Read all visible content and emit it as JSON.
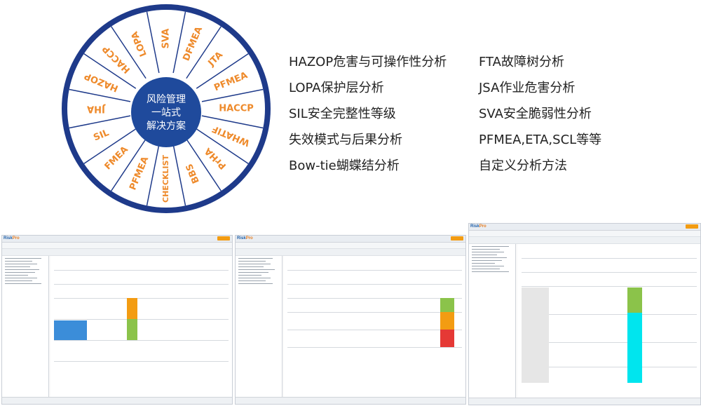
{
  "wheel": {
    "center_lines": [
      "风险管理",
      "一站式",
      "解决方案"
    ],
    "segments": [
      "SVA",
      "DFMEA",
      "JTA",
      "PFMEA",
      "HACCP",
      "WHATIF",
      "PrHA",
      "BBS",
      "CHECKLIST",
      "PFMEA",
      "FMEA",
      "SIL",
      "JHA",
      "HAZOP",
      "HACCP",
      "LOPA"
    ],
    "colors": {
      "ring": "#1e3a8a",
      "ring_accent": "#e8902e",
      "segment_fill": "#ffffff",
      "segment_text": "#ee8a2b",
      "center_fill": "#1f4a9c",
      "center_text": "#ffffff"
    }
  },
  "methods": {
    "left": [
      "HAZOP危害与可操作性分析",
      "LOPA保护层分析",
      "SIL安全完整性等级",
      "失效模式与后果分析",
      "Bow-tie蝴蝶结分析"
    ],
    "right": [
      "FTA故障树分析",
      "JSA作业危害分析",
      "SVA安全脆弱性分析",
      "PFMEA,ETA,SCL等等",
      "自定义分析方法"
    ]
  },
  "screenshots": [
    {
      "app_logo": "Risk",
      "app_logo_suffix": "Pro",
      "highlight_colors": [
        "#f39c12",
        "#8bc34a"
      ]
    },
    {
      "app_logo": "Risk",
      "app_logo_suffix": "Pro",
      "highlight_colors": [
        "#8bc34a",
        "#f39c12",
        "#e53935"
      ]
    },
    {
      "app_logo": "Risk",
      "app_logo_suffix": "Pro",
      "highlight_colors": [
        "#8bc34a",
        "#00e5ee"
      ]
    }
  ]
}
